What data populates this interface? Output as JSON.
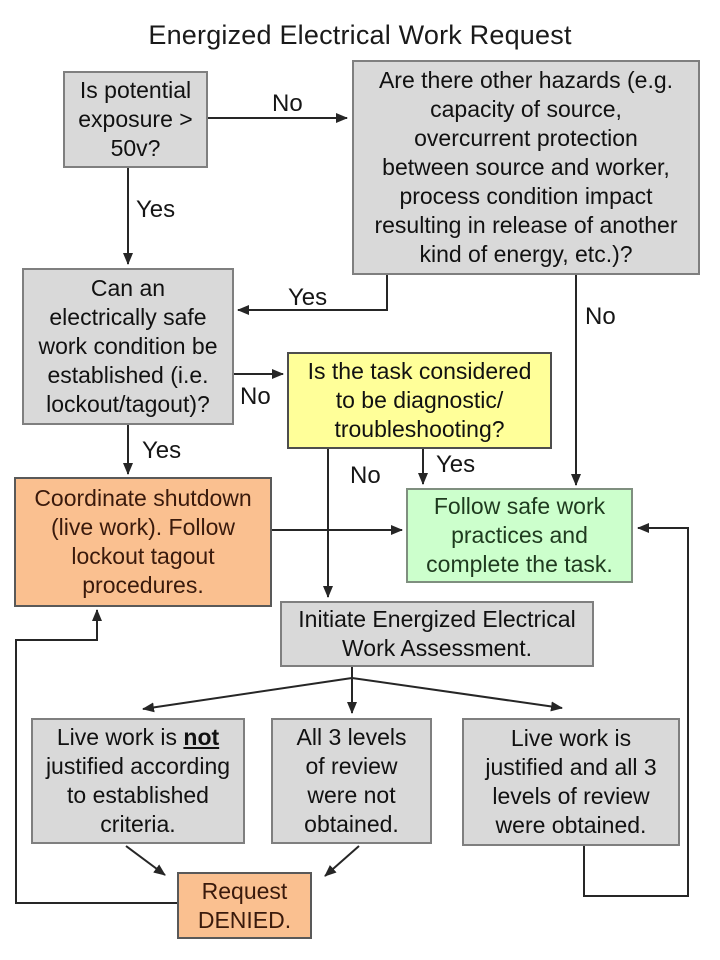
{
  "slide": {
    "title": "Energized Electrical Work Request"
  },
  "colors": {
    "gray_fill": "#d9d9d9",
    "gray_border": "#7f7f7f",
    "yellow_fill": "#ffff99",
    "yellow_border": "#4d4d4d",
    "green_fill": "#ccffcc",
    "green_border": "#7f8f7f",
    "orange_fill": "#fac090",
    "orange_border": "#595959",
    "line": "#262626",
    "text": "#111111",
    "maroon_text": "#3a1a0c",
    "green_text": "#1e3a1e",
    "bg": "#ffffff"
  },
  "nodes": {
    "exposure": {
      "text": "Is potential\nexposure >\n50v?"
    },
    "hazards": {
      "text": "Are there other hazards (e.g.\ncapacity of source,\novercurrent protection\nbetween source and worker,\nprocess condition impact\nresulting in release of another\nkind of energy, etc.)?"
    },
    "safe_condition": {
      "text": "Can an\nelectrically safe\nwork condition be\nestablished (i.e.\nlockout/tagout)?"
    },
    "diagnostic": {
      "text": "Is the task considered\nto be diagnostic/\ntroubleshooting?"
    },
    "shutdown": {
      "text": "Coordinate shutdown\n(live work). Follow\nlockout tagout\nprocedures."
    },
    "safe_practices": {
      "text": "Follow safe work\npractices and\ncomplete the task."
    },
    "assessment": {
      "text": "Initiate Energized Electrical\nWork Assessment."
    },
    "not_justified": {
      "text_pre": "Live work is ",
      "text_emph": "not",
      "text_post": "\njustified according\nto established\ncriteria."
    },
    "review_not_obtained": {
      "text": "All 3 levels\nof review\nwere not\nobtained."
    },
    "justified": {
      "text": "Live work is\njustified and all 3\nlevels of review\nwere obtained."
    },
    "denied": {
      "text": "Request\nDENIED."
    }
  },
  "edge_labels": {
    "exposure_no": "No",
    "exposure_yes": "Yes",
    "hazards_yes": "Yes",
    "hazards_no": "No",
    "safe_condition_no": "No",
    "safe_condition_yes": "Yes",
    "diagnostic_no": "No",
    "diagnostic_yes": "Yes"
  }
}
